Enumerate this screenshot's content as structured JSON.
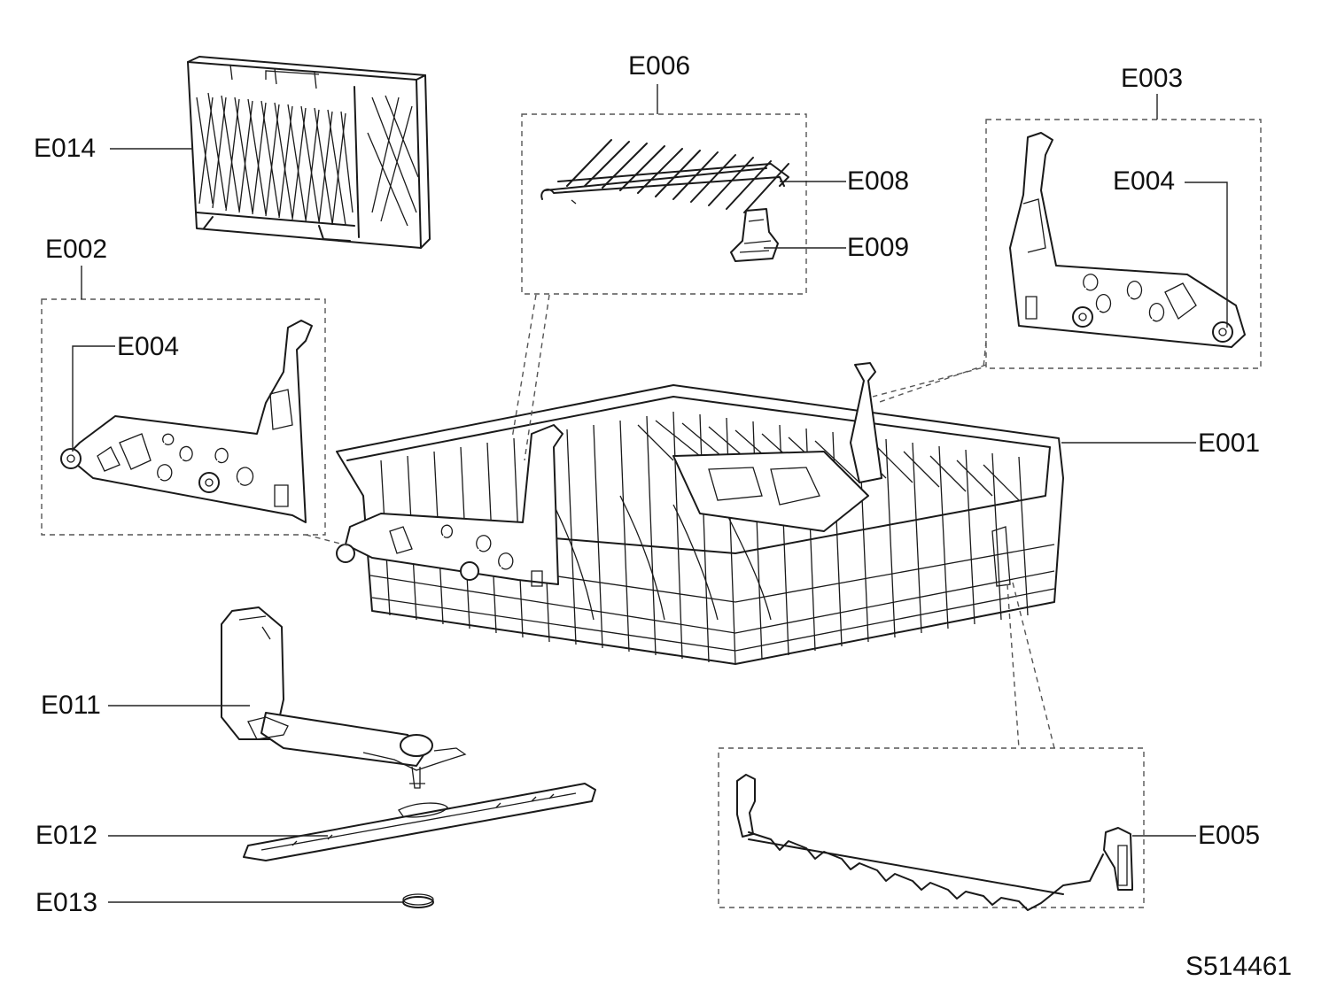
{
  "labels": {
    "e001": "E001",
    "e002": "E002",
    "e003": "E003",
    "e004_left": "E004",
    "e004_right": "E004",
    "e005": "E005",
    "e006": "E006",
    "e008": "E008",
    "e009": "E009",
    "e011": "E011",
    "e012": "E012",
    "e013": "E013",
    "e014": "E014"
  },
  "drawing_number": "S514461",
  "colors": {
    "line": "#1a1a1a",
    "leader": "#222222",
    "dashed": "#555555",
    "background": "#ffffff"
  }
}
